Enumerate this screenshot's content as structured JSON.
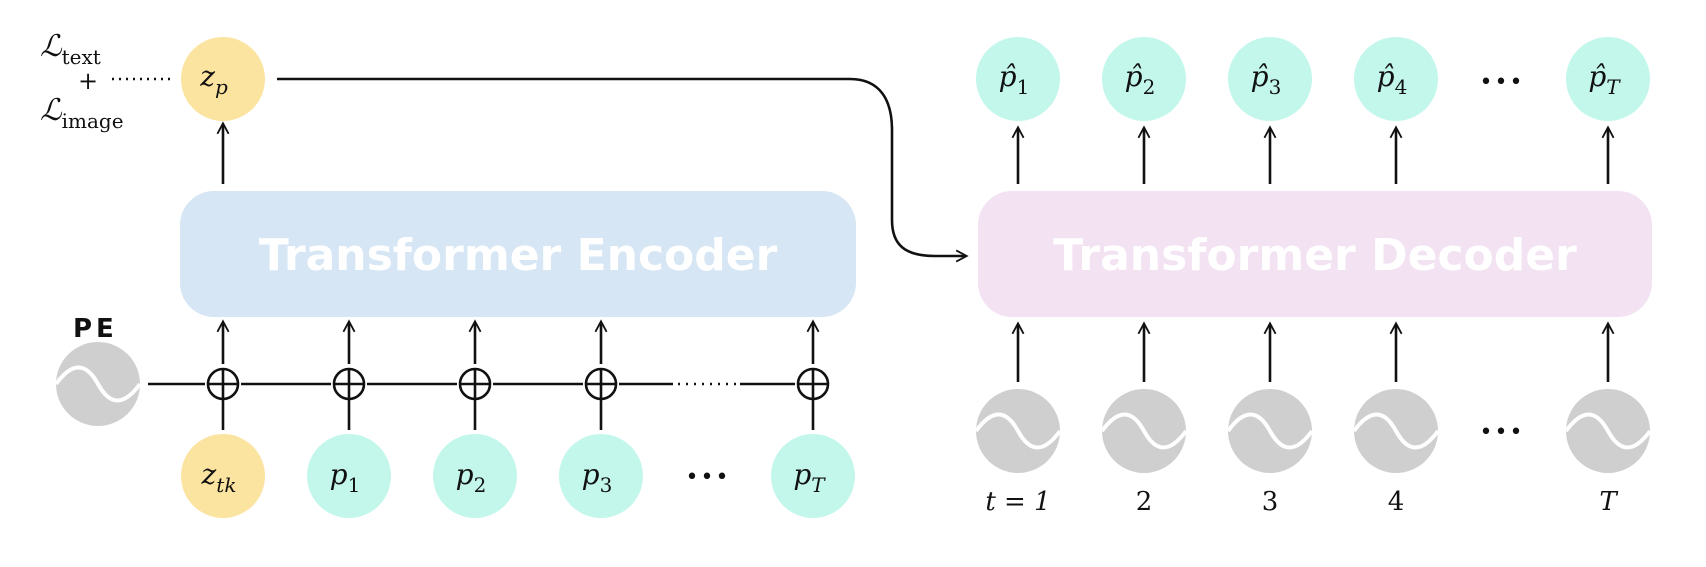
{
  "encoder": {
    "label": "Transformer Encoder",
    "fill": "#d6e6f4",
    "pe_label": "PE",
    "loss": {
      "text_symbol": "ℒ",
      "text_sub": "text",
      "plus": "+",
      "image_symbol": "ℒ",
      "image_sub": "image"
    },
    "latent": {
      "base": "z",
      "sub": "p"
    },
    "inputs": [
      {
        "base": "z",
        "sub": "tk",
        "color": "#fbe3a0"
      },
      {
        "base": "p",
        "sub": "1",
        "color": "#c3f7ec"
      },
      {
        "base": "p",
        "sub": "2",
        "color": "#c3f7ec"
      },
      {
        "base": "p",
        "sub": "3",
        "color": "#c3f7ec"
      },
      {
        "base": "p",
        "sub": "T",
        "color": "#c3f7ec"
      }
    ],
    "ellipsis": "•••"
  },
  "decoder": {
    "label": "Transformer Decoder",
    "fill": "#f2e2f2",
    "outputs": [
      {
        "base": "p̂",
        "sub": "1"
      },
      {
        "base": "p̂",
        "sub": "2"
      },
      {
        "base": "p̂",
        "sub": "3"
      },
      {
        "base": "p̂",
        "sub": "4"
      },
      {
        "base": "p̂",
        "sub": "T"
      }
    ],
    "timesteps": [
      "t = 1",
      "2",
      "3",
      "4",
      "T"
    ],
    "ellipsis": "•••"
  },
  "colors": {
    "latent": "#fbe3a0",
    "token": "#c3f7ec",
    "pe": "#cfcfcf"
  }
}
